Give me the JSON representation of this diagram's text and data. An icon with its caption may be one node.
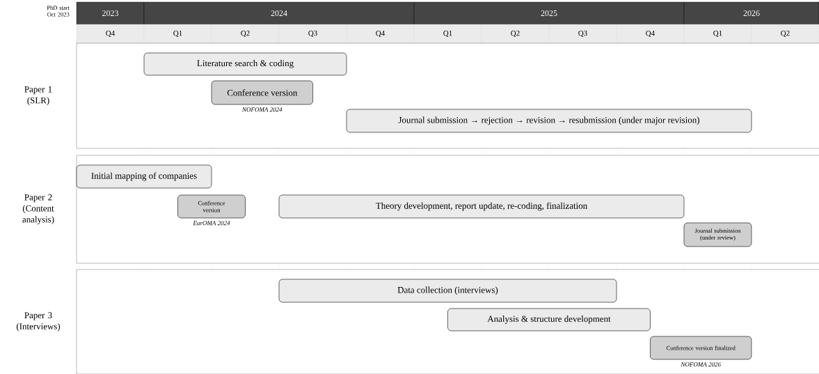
{
  "diagram": {
    "nodes": [
      {
        "text": [
          "2023"
        ]
      },
      {
        "text": [
          "2024"
        ]
      },
      {
        "text": [
          "2025"
        ]
      },
      {
        "text": [
          "2026"
        ]
      },
      {
        "text": [
          "Q4"
        ]
      },
      {
        "text": [
          "Q1"
        ]
      },
      {
        "text": [
          "Q2"
        ]
      },
      {
        "text": [
          "Q3"
        ]
      },
      {
        "text": [
          "Q4"
        ]
      },
      {
        "text": [
          "Q1"
        ]
      },
      {
        "text": [
          "Q2"
        ]
      },
      {
        "text": [
          "Q3"
        ]
      },
      {
        "text": [
          "Q4"
        ]
      },
      {
        "text": [
          "Q1"
        ]
      },
      {
        "text": [
          "Q2"
        ]
      },
      {
        "text": [
          "Paper 1 (SLR)"
        ]
      },
      {
        "text": [
          "Literature search & coding"
        ],
        "in": 15
      },
      {
        "text": [
          "Conference version"
        ],
        "in": 15,
        "beside": [
          "NOFOMA 2024"
        ]
      },
      {
        "text": [
          "Journal submission → rejection → revision → resubmission (under major revision)"
        ],
        "in": 15
      },
      {
        "text": [
          "Paper 2 (Content analysis)"
        ]
      },
      {
        "text": [
          "Initial mapping of companies"
        ],
        "in": 19
      },
      {
        "text": [
          "Conference version"
        ],
        "in": 19,
        "beside": [
          "EurOMA 2024"
        ]
      },
      {
        "text": [
          "Theory development, report update, re-coding, finalization"
        ],
        "in": 19
      },
      {
        "text": [
          "Journal submission (under review)"
        ],
        "in": 19
      },
      {
        "text": [
          "Paper 3 (Interviews)"
        ]
      },
      {
        "text": [
          "Data collection (interviews)"
        ],
        "in": 24
      },
      {
        "text": [
          "Analysis & structure development"
        ],
        "in": 24
      },
      {
        "text": [
          "Conference version finalized"
        ],
        "in": 24,
        "beside": [
          "NOFOMA 2026"
        ]
      }
    ],
    "labels": [
      "PhD start Oct 2023"
    ]
  }
}
